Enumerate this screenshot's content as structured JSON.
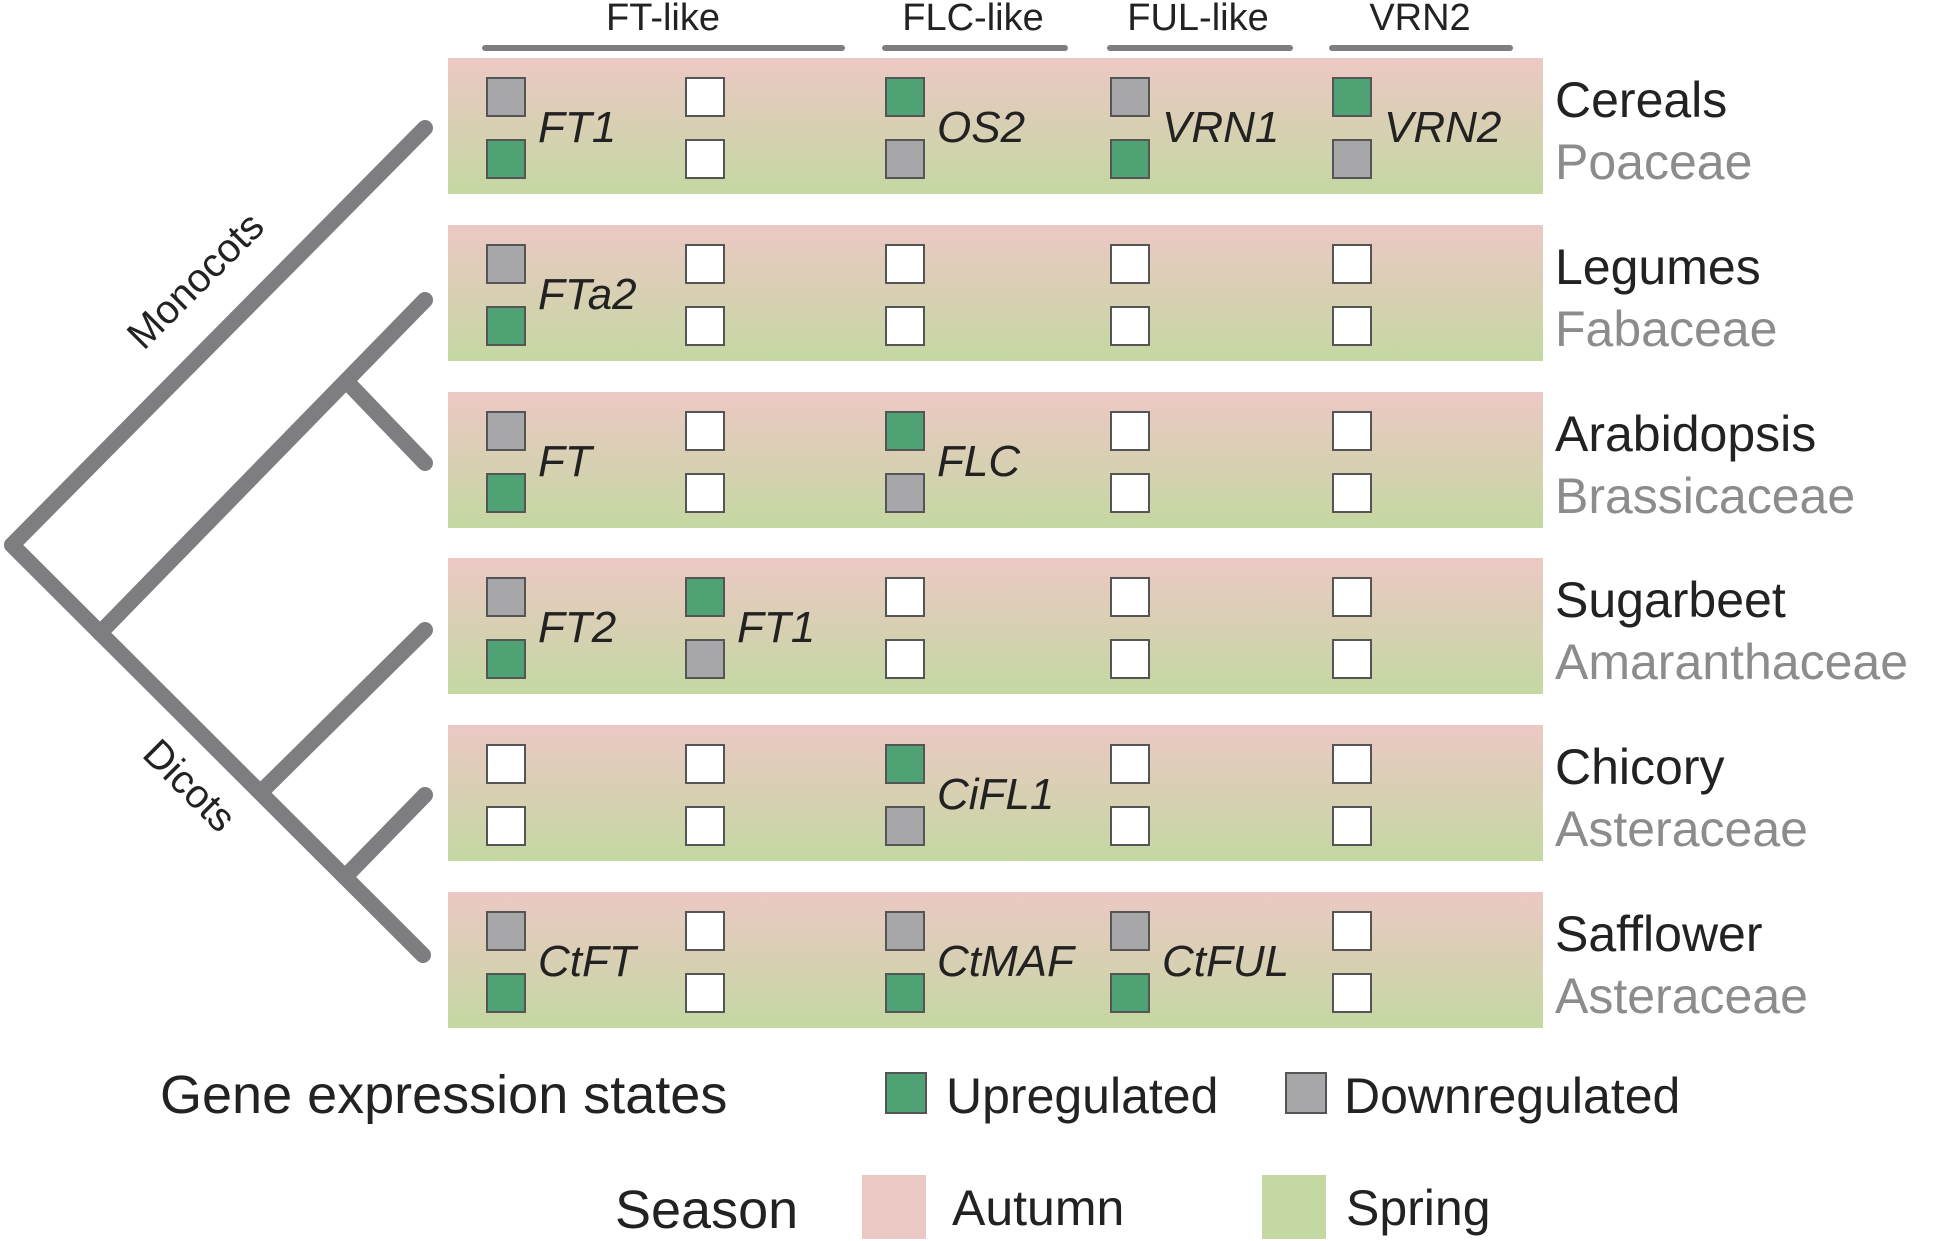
{
  "colors": {
    "upregulated": "#4ea274",
    "downregulated": "#a7a7a9",
    "empty": "#ffffff",
    "autumn": "#ecc8c4",
    "spring": "#c4d8a2",
    "tree": "#7e7e80",
    "group_header_line": "#7f7f7f",
    "family_text": "#8c8c8c"
  },
  "column_groups": [
    "FT-like",
    "FLC-like",
    "FUL-like",
    "VRN2"
  ],
  "clades": {
    "monocots": "Monocots",
    "dicots": "Dicots"
  },
  "rows": [
    {
      "crop": "Cereals",
      "family": "Poaceae",
      "cells": [
        {
          "gene": "FT1",
          "top": "down",
          "bottom": "up"
        },
        {
          "gene": "",
          "top": "none",
          "bottom": "none"
        },
        {
          "gene": "OS2",
          "top": "up",
          "bottom": "down"
        },
        {
          "gene": "VRN1",
          "top": "down",
          "bottom": "up"
        },
        {
          "gene": "VRN2",
          "top": "up",
          "bottom": "down"
        }
      ]
    },
    {
      "crop": "Legumes",
      "family": "Fabaceae",
      "cells": [
        {
          "gene": "FTa2",
          "top": "down",
          "bottom": "up"
        },
        {
          "gene": "",
          "top": "none",
          "bottom": "none"
        },
        {
          "gene": "",
          "top": "none",
          "bottom": "none"
        },
        {
          "gene": "",
          "top": "none",
          "bottom": "none"
        },
        {
          "gene": "",
          "top": "none",
          "bottom": "none"
        }
      ]
    },
    {
      "crop": "Arabidopsis",
      "family": "Brassicaceae",
      "cells": [
        {
          "gene": "FT",
          "top": "down",
          "bottom": "up"
        },
        {
          "gene": "",
          "top": "none",
          "bottom": "none"
        },
        {
          "gene": "FLC",
          "top": "up",
          "bottom": "down"
        },
        {
          "gene": "",
          "top": "none",
          "bottom": "none"
        },
        {
          "gene": "",
          "top": "none",
          "bottom": "none"
        }
      ]
    },
    {
      "crop": "Sugarbeet",
      "family": "Amaranthaceae",
      "cells": [
        {
          "gene": "FT2",
          "top": "down",
          "bottom": "up"
        },
        {
          "gene": "FT1",
          "top": "up",
          "bottom": "down"
        },
        {
          "gene": "",
          "top": "none",
          "bottom": "none"
        },
        {
          "gene": "",
          "top": "none",
          "bottom": "none"
        },
        {
          "gene": "",
          "top": "none",
          "bottom": "none"
        }
      ]
    },
    {
      "crop": "Chicory",
      "family": "Asteraceae",
      "cells": [
        {
          "gene": "",
          "top": "none",
          "bottom": "none"
        },
        {
          "gene": "",
          "top": "none",
          "bottom": "none"
        },
        {
          "gene": "CiFL1",
          "top": "up",
          "bottom": "down"
        },
        {
          "gene": "",
          "top": "none",
          "bottom": "none"
        },
        {
          "gene": "",
          "top": "none",
          "bottom": "none"
        }
      ]
    },
    {
      "crop": "Safflower",
      "family": "Asteraceae",
      "cells": [
        {
          "gene": "CtFT",
          "top": "down",
          "bottom": "up"
        },
        {
          "gene": "",
          "top": "none",
          "bottom": "none"
        },
        {
          "gene": "CtMAF",
          "top": "down",
          "bottom": "up"
        },
        {
          "gene": "CtFUL",
          "top": "down",
          "bottom": "up"
        },
        {
          "gene": "",
          "top": "none",
          "bottom": "none"
        }
      ]
    }
  ],
  "legend": {
    "expression_title": "Gene expression states",
    "upregulated": "Upregulated",
    "downregulated": "Downregulated",
    "season_title": "Season",
    "autumn": "Autumn",
    "spring": "Spring"
  }
}
